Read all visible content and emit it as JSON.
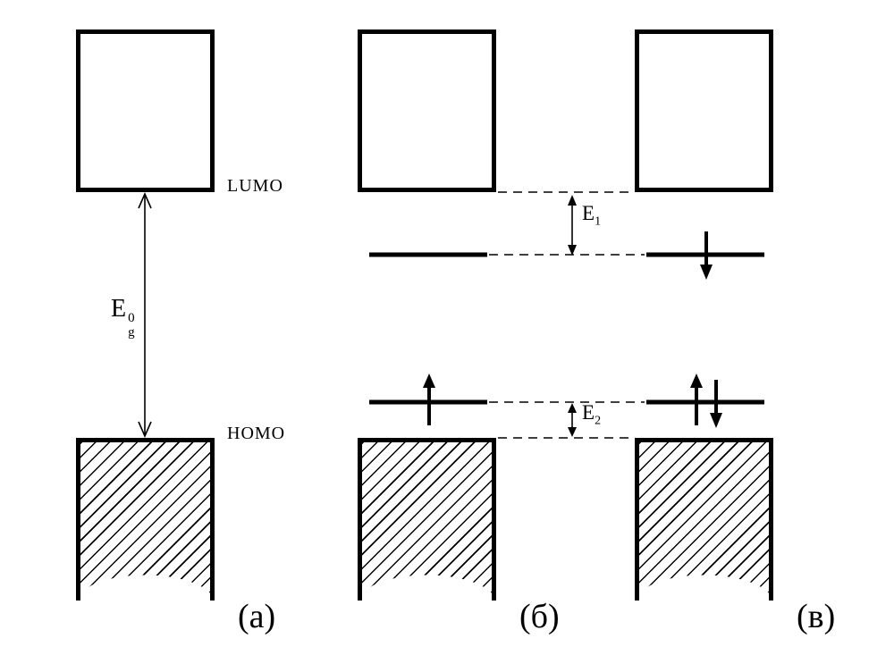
{
  "colors": {
    "ink": "#000000",
    "background": "#ffffff"
  },
  "diagram": {
    "labels": {
      "lumo": "LUMO",
      "homo": "HOMO"
    },
    "energy_gap": {
      "base": "E",
      "sup": "0",
      "sub": "g"
    },
    "e1": {
      "base": "E",
      "sub": "1"
    },
    "e2": {
      "base": "E",
      "sub": "2"
    },
    "panels": [
      {
        "label": "(а)"
      },
      {
        "label": "(б)"
      },
      {
        "label": "(в)"
      }
    ],
    "icons": {
      "energy_gap_arrow": "↕",
      "e1_arrow": "↕",
      "e2_arrow": "↕",
      "spin_up": "↑",
      "spin_down": "↓"
    }
  }
}
